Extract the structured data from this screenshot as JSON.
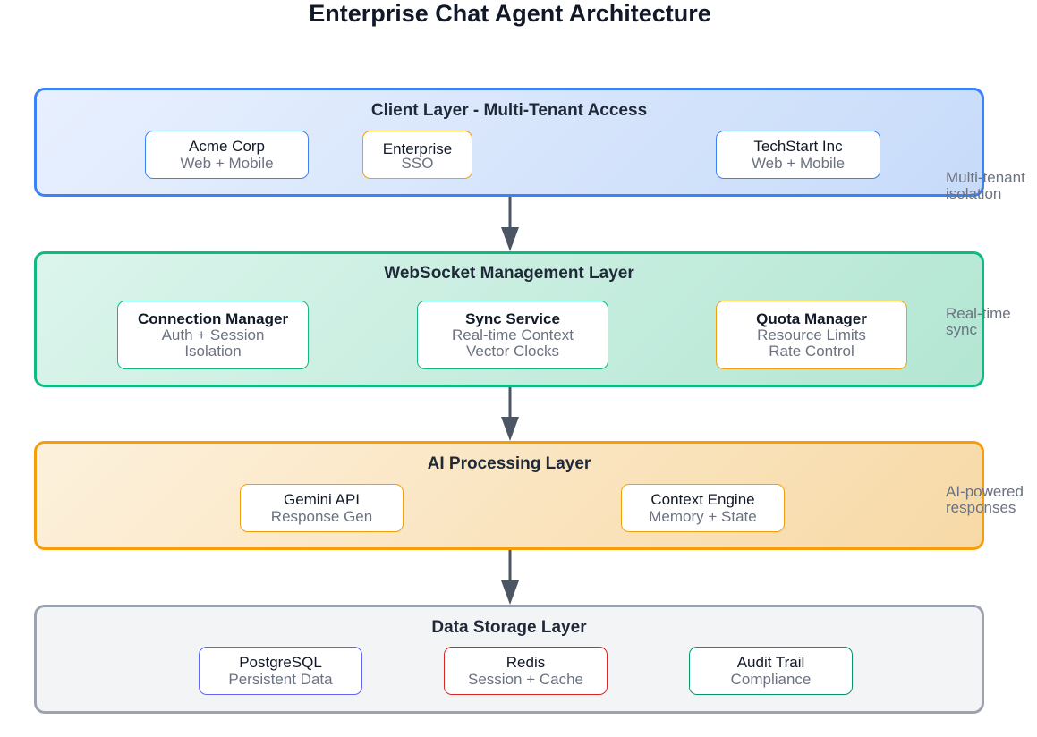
{
  "title": "Enterprise Chat Agent Architecture",
  "layers": {
    "client": {
      "title": "Client Layer - Multi-Tenant Access",
      "side_label": [
        "Multi-tenant",
        "isolation"
      ],
      "boxes": [
        {
          "name": "Acme Corp",
          "sub": "Web + Mobile"
        },
        {
          "name": "Enterprise",
          "sub": "SSO"
        },
        {
          "name": "TechStart Inc",
          "sub": "Web + Mobile"
        }
      ]
    },
    "websocket": {
      "title": "WebSocket Management Layer",
      "side_label": [
        "Real-time",
        "sync"
      ],
      "boxes": [
        {
          "name": "Connection Manager",
          "sub": [
            "Auth + Session",
            "Isolation"
          ]
        },
        {
          "name": "Sync Service",
          "sub": [
            "Real-time Context",
            "Vector Clocks"
          ]
        },
        {
          "name": "Quota Manager",
          "sub": [
            "Resource Limits",
            "Rate Control"
          ]
        }
      ]
    },
    "ai": {
      "title": "AI Processing Layer",
      "side_label": [
        "AI-powered",
        "responses"
      ],
      "boxes": [
        {
          "name": "Gemini API",
          "sub": "Response Gen"
        },
        {
          "name": "Context Engine",
          "sub": "Memory + State"
        }
      ]
    },
    "data": {
      "title": "Data Storage Layer",
      "boxes": [
        {
          "name": "PostgreSQL",
          "sub": "Persistent Data"
        },
        {
          "name": "Redis",
          "sub": "Session + Cache"
        },
        {
          "name": "Audit Trail",
          "sub": "Compliance"
        }
      ]
    }
  },
  "colors": {
    "client": "#3b82f6",
    "websocket": "#10b981",
    "ai": "#f59e0b",
    "data": "#9ca3af",
    "arrow": "#4b5563"
  }
}
